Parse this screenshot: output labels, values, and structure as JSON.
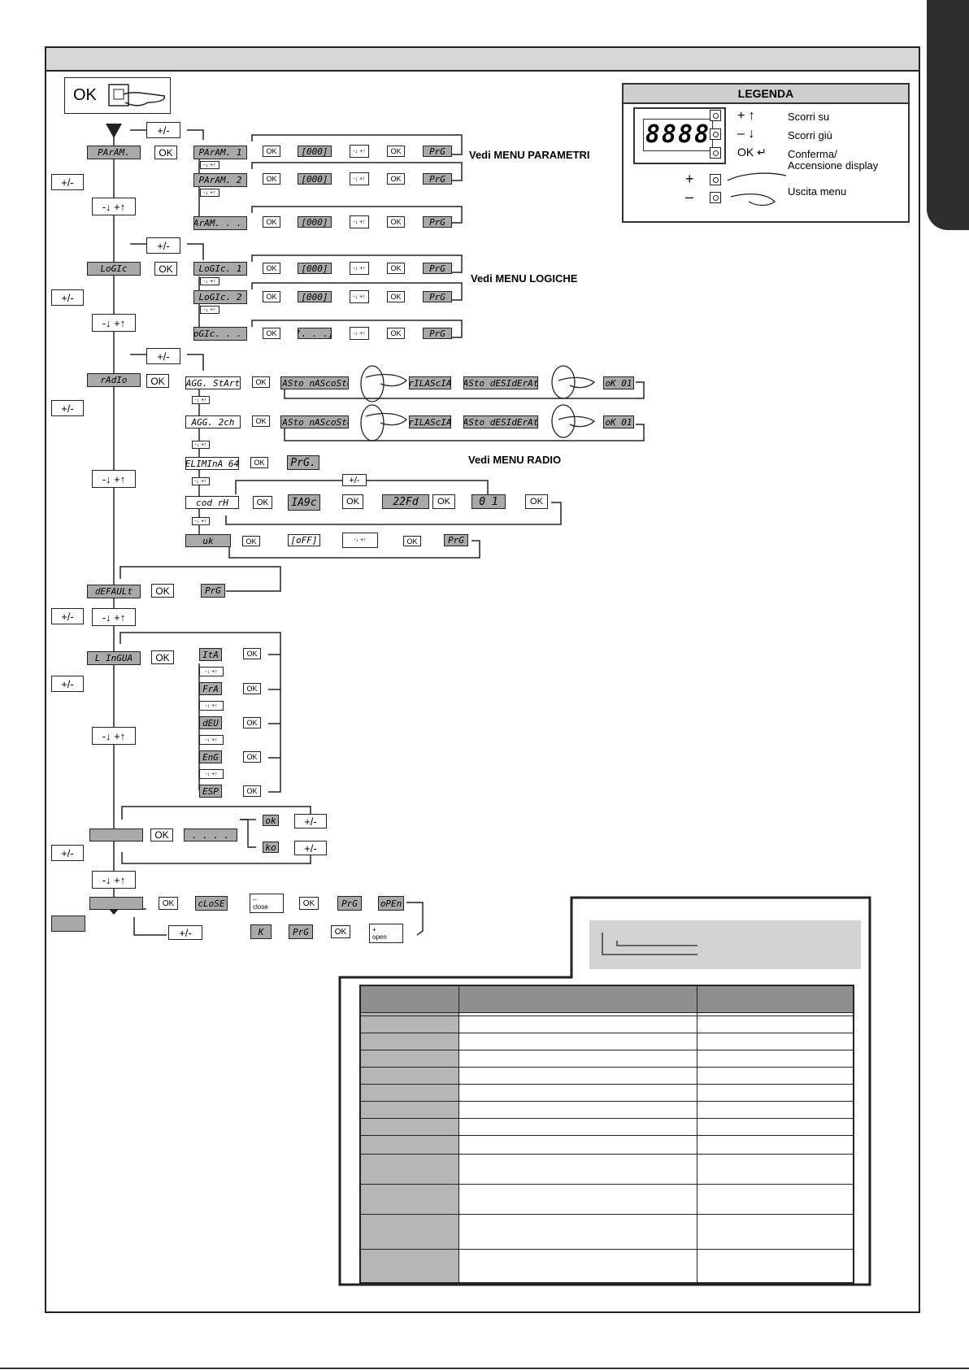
{
  "legend": {
    "title": "LEGENDA",
    "display_value": "8888",
    "rows": [
      {
        "symbol": "+  ↑",
        "label": "Scorri su"
      },
      {
        "symbol": "–  ↓",
        "label": "Scorri giù"
      },
      {
        "symbol": "OK ↵",
        "label": "Conferma/"
      },
      {
        "symbol": "",
        "label": "Accensione display"
      },
      {
        "symbol": "",
        "label": "Uscita menu"
      }
    ],
    "plus": "+",
    "minus": "–"
  },
  "ok_start": "OK",
  "common": {
    "ok": "OK",
    "pm": "+/-",
    "updown": "-↓ +↑",
    "seq_small": "-↓ +↑",
    "prg": "PrG",
    "val": "[000]"
  },
  "menu": {
    "param": {
      "label": "PArAM.",
      "items": [
        "PArAM. 1",
        "PArAM. 2",
        "PArAM. . . ."
      ],
      "note": "Vedi MENU PARAMETRI"
    },
    "logic": {
      "label": "LoGIc",
      "items": [
        "LoGIc. 1",
        "LoGIc. 2",
        "LoGIc. . . ."
      ],
      "val3": "[. . .]",
      "note": "Vedi MENU LOGICHE"
    },
    "radio": {
      "label": "rAdIo",
      "items": [
        "AGG. StArt",
        "AGG. 2ch",
        "ELIMInA 64",
        "cod rH",
        "uk"
      ],
      "tasto_nascosto": "tASto nAScoSto",
      "rilascia": "rILAScIA",
      "tasto_desiderato": "tASto dESIdErAto",
      "ok01": "oK 01",
      "prg_dot": "PrG.",
      "code1": "IA9c",
      "code2": "22Fd",
      "code3": "0 1",
      "off": "[oFF]",
      "note": "Vedi MENU RADIO"
    },
    "default": {
      "label": "dEFAULt"
    },
    "lingua": {
      "label": "L InGUA",
      "items": [
        "ItA",
        "FrA",
        "dEU",
        "EnG",
        "ESP"
      ]
    },
    "other": {
      "dots": ". . .   . . .",
      "ok_res": "ok",
      "ko_res": "ko"
    },
    "auto": {
      "close": "cLoSE",
      "open": "oPEn",
      "k": "K",
      "cl_close": "close",
      "cl_open": "open",
      "sign_minus": "–",
      "sign_plus": "+"
    }
  }
}
